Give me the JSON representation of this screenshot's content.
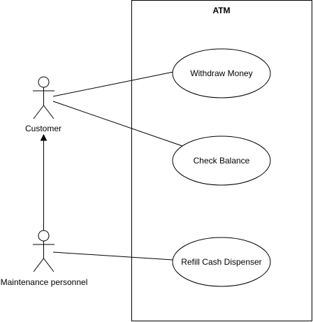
{
  "system": {
    "title": "ATM"
  },
  "actors": {
    "customer": {
      "label": "Customer"
    },
    "maintenance": {
      "label": "Maintenance personnel"
    }
  },
  "use_cases": {
    "withdraw": {
      "label": "Withdraw Money"
    },
    "check_balance": {
      "label": "Check Balance"
    },
    "refill": {
      "label": "Refill Cash Dispenser"
    }
  },
  "colors": {
    "line": "#000000",
    "background": "#ffffff"
  }
}
